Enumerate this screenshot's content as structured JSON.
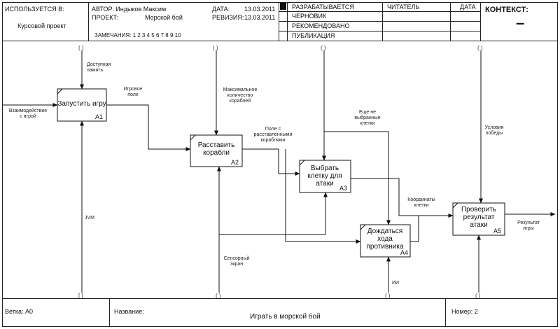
{
  "header": {
    "used_at_label": "ИСПОЛЬЗУЕТСЯ В:",
    "used_at_value": "Курсовой проект",
    "author": "АВТОР: Индыков Максим",
    "project_label": "ПРОЕКТ:",
    "project_value": "Морской бой",
    "date_label": "ДАТА:",
    "date_value": "13.03.2011",
    "revision_label": "РЕВИЗИЯ:",
    "revision_value": "13.03.2011",
    "notes": "ЗАМЕЧАНИЯ:  1  2  3  4  5  6  7  8  9  10",
    "status_working": "РАЗРАБАТЫВАЕТСЯ",
    "status_draft": "ЧЕРНОВИК",
    "status_recommended": "РЕКОМЕНДОВАНО",
    "status_publication": "ПУБЛИКАЦИЯ",
    "reader": "ЧИТАТЕЛЬ",
    "reader_date": "ДАТА",
    "context_label": "КОНТЕКСТ:",
    "context_value": "–"
  },
  "footer": {
    "node": "Ветка:  A0",
    "name_label": "Название:",
    "name_value": "Играть в морской бой",
    "number": "Номер: 2"
  },
  "boxes": [
    {
      "title": "Запустить игру",
      "id": "A1"
    },
    {
      "title": "Расставить\nкорабли",
      "id": "A2"
    },
    {
      "title": "Выбрать\nклетку для\nатаки",
      "id": "A3"
    },
    {
      "title": "Дождаться\nхода\nпротивника",
      "id": "A4"
    },
    {
      "title": "Проверить\nрезультат\nатаки",
      "id": "A5"
    }
  ],
  "arrows": {
    "input_interaction": "Взаимодействие\nс игрой",
    "available_memory": "Доступная\nпамять",
    "game_field": "Игровое\nполе",
    "max_ships": "Максимальное\nколичество\nкораблей",
    "field_with_ships": "Поле с\nрасставленными\nкораблями",
    "unselected_cells": "Еще не\nвыбранные\nклетки",
    "victory_conditions": "Условия\nпобеды",
    "cell_coords": "Координаты\nклетки",
    "attack_result": "Результат\nигры",
    "jvm": "JVM",
    "touch_screen": "Сенсорный\nэкран",
    "ai": "ИИ"
  },
  "tunnels": {
    "round": "( )",
    "square": "[ ]"
  }
}
